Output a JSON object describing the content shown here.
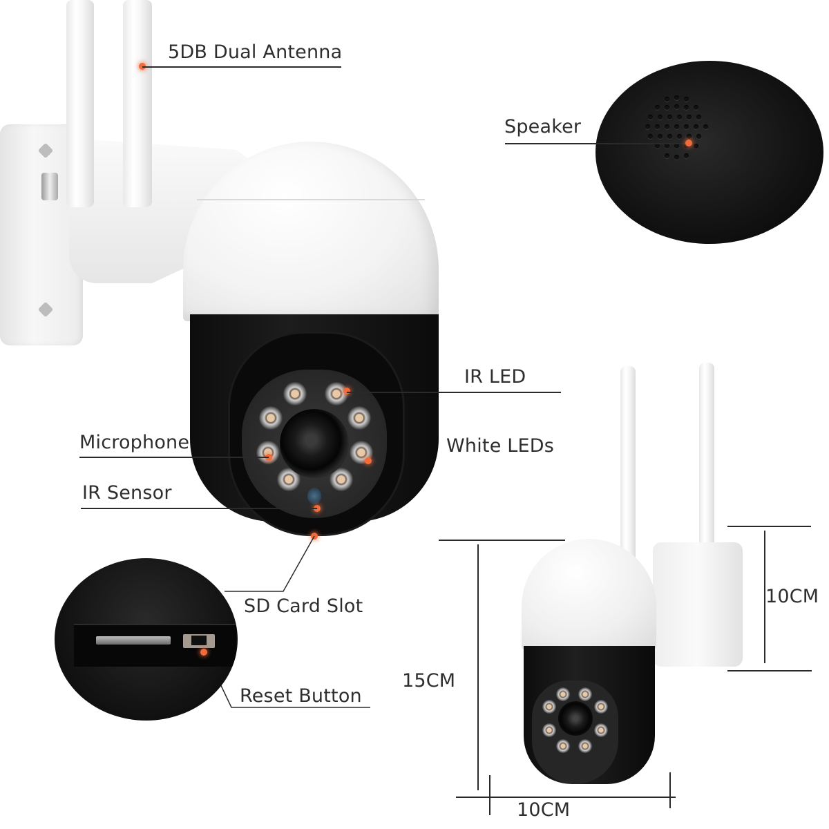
{
  "product": {
    "type": "PTZ dome security camera",
    "accent_color": "#f26b3a",
    "text_color": "#2e2e2e"
  },
  "callouts": {
    "antenna": "5DB Dual Antenna",
    "speaker": "Speaker",
    "ir_led": "IR LED",
    "microphone": "Microphone",
    "white_leds": "White LEDs",
    "ir_sensor": "IR Sensor",
    "sd_card_slot": "SD Card Slot",
    "reset_button": "Reset Button"
  },
  "dimensions": {
    "height": "15CM",
    "width": "10CM",
    "bracket": "10CM"
  }
}
